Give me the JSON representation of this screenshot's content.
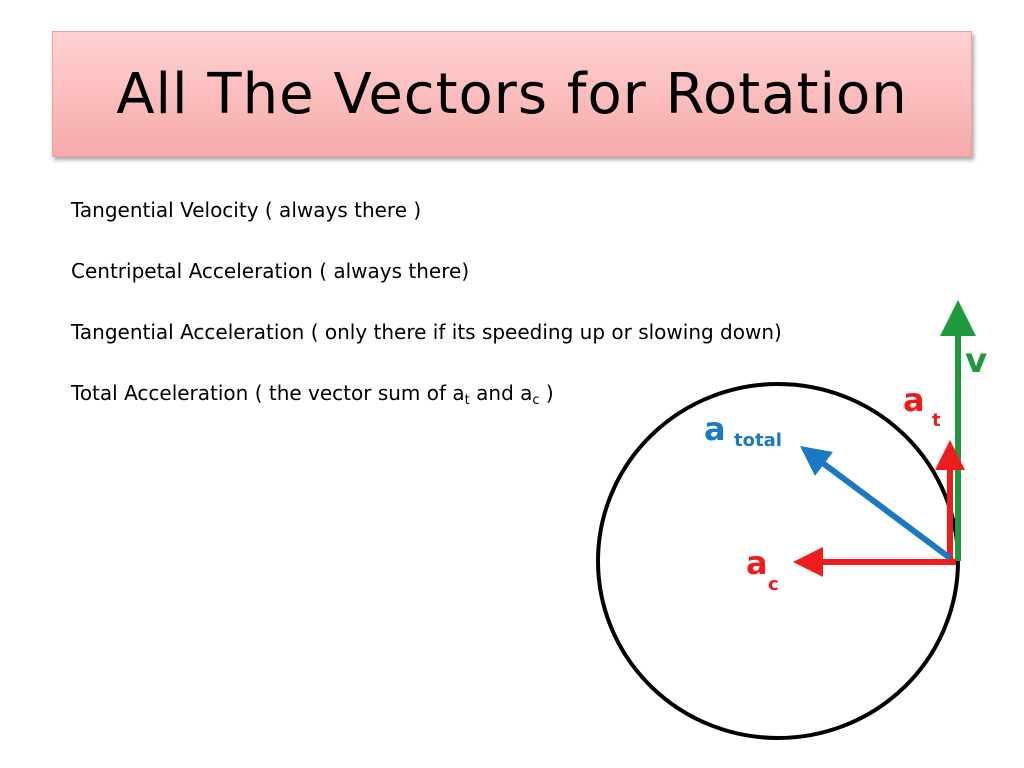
{
  "title": "All The Vectors for Rotation",
  "bullets": [
    {
      "text": "Tangential Velocity  ( always there )"
    },
    {
      "text": "Centripetal Acceleration ( always there)"
    },
    {
      "text": "Tangential Acceleration  ( only there if its speeding up or slowing down)"
    },
    {
      "prefix": "Total Acceleration ( the vector sum of a",
      "sub1": "t",
      "middle": " and a",
      "sub2": "c",
      "suffix": " )"
    }
  ],
  "diagram": {
    "v_label": "v",
    "at_label": "a",
    "at_sub": "t",
    "ac_label": "a",
    "ac_sub": "c",
    "atotal_label": "a",
    "atotal_sub": "total",
    "colors": {
      "velocity": "#1e9a3c",
      "tangential_accel": "#ee1c1c",
      "centripetal_accel": "#ee1c1c",
      "total_accel": "#1b78c4",
      "circle": "#000000"
    }
  }
}
